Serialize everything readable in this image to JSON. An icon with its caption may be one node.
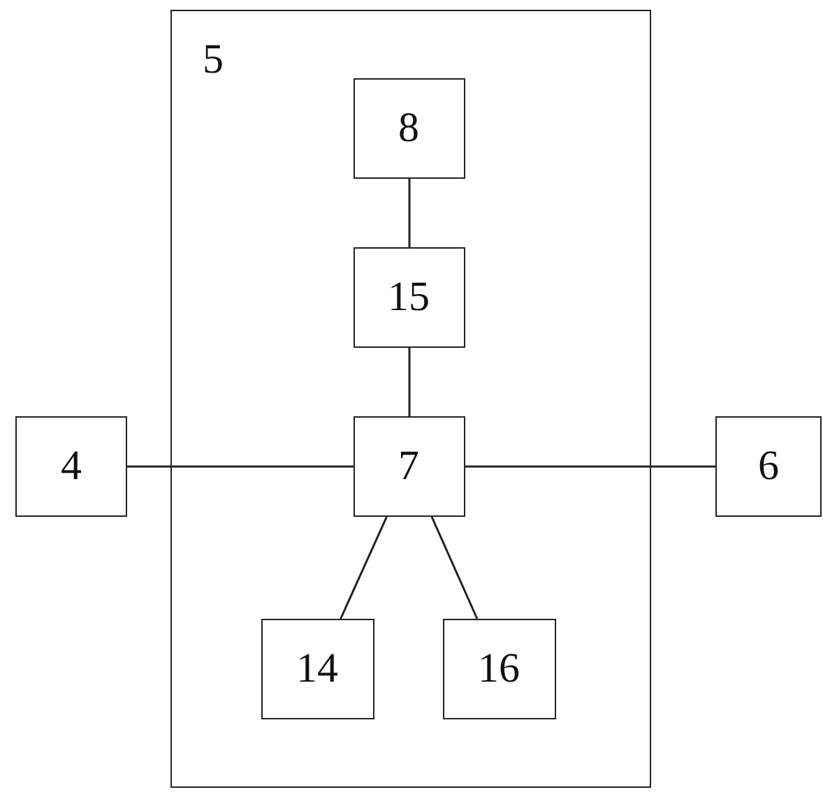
{
  "diagram": {
    "nodes": [
      {
        "text": [
          "5"
        ]
      },
      {
        "text": [
          "8"
        ],
        "in": 0
      },
      {
        "text": [
          "15"
        ],
        "in": 0
      },
      {
        "text": [
          "4"
        ]
      },
      {
        "text": [
          "7"
        ],
        "in": 0
      },
      {
        "text": [
          "6"
        ]
      },
      {
        "text": [
          "14"
        ],
        "in": 0
      },
      {
        "text": [
          "16"
        ],
        "in": 0
      }
    ],
    "edges": [
      {
        "from": 1,
        "to": 2,
        "arrow": "none"
      },
      {
        "from": 2,
        "to": 4,
        "arrow": "none"
      },
      {
        "from": 3,
        "to": 4,
        "arrow": "none"
      },
      {
        "from": 4,
        "to": 5,
        "arrow": "none"
      },
      {
        "from": 4,
        "to": 6,
        "arrow": "none"
      },
      {
        "from": 4,
        "to": 7,
        "arrow": "none"
      }
    ]
  }
}
